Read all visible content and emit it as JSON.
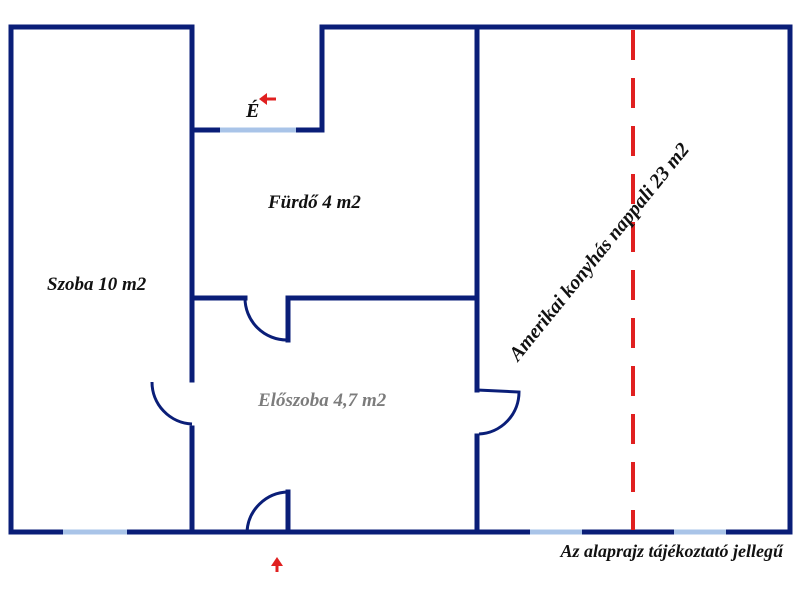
{
  "floorplan": {
    "rooms": {
      "szoba": "Szoba 10 m2",
      "furdo": "Fürdő 4 m2",
      "eloszoba": "Előszoba 4,7 m2",
      "nappali": "Amerikai konyhás nappali 23 m2"
    },
    "north_marker": "É",
    "disclaimer": "Az alaprajz tájékoztató jellegű"
  },
  "colors": {
    "wall": "#0a1e78",
    "window": "#a9c4e8",
    "divider": "#e02020",
    "arrow": "#e02020"
  }
}
